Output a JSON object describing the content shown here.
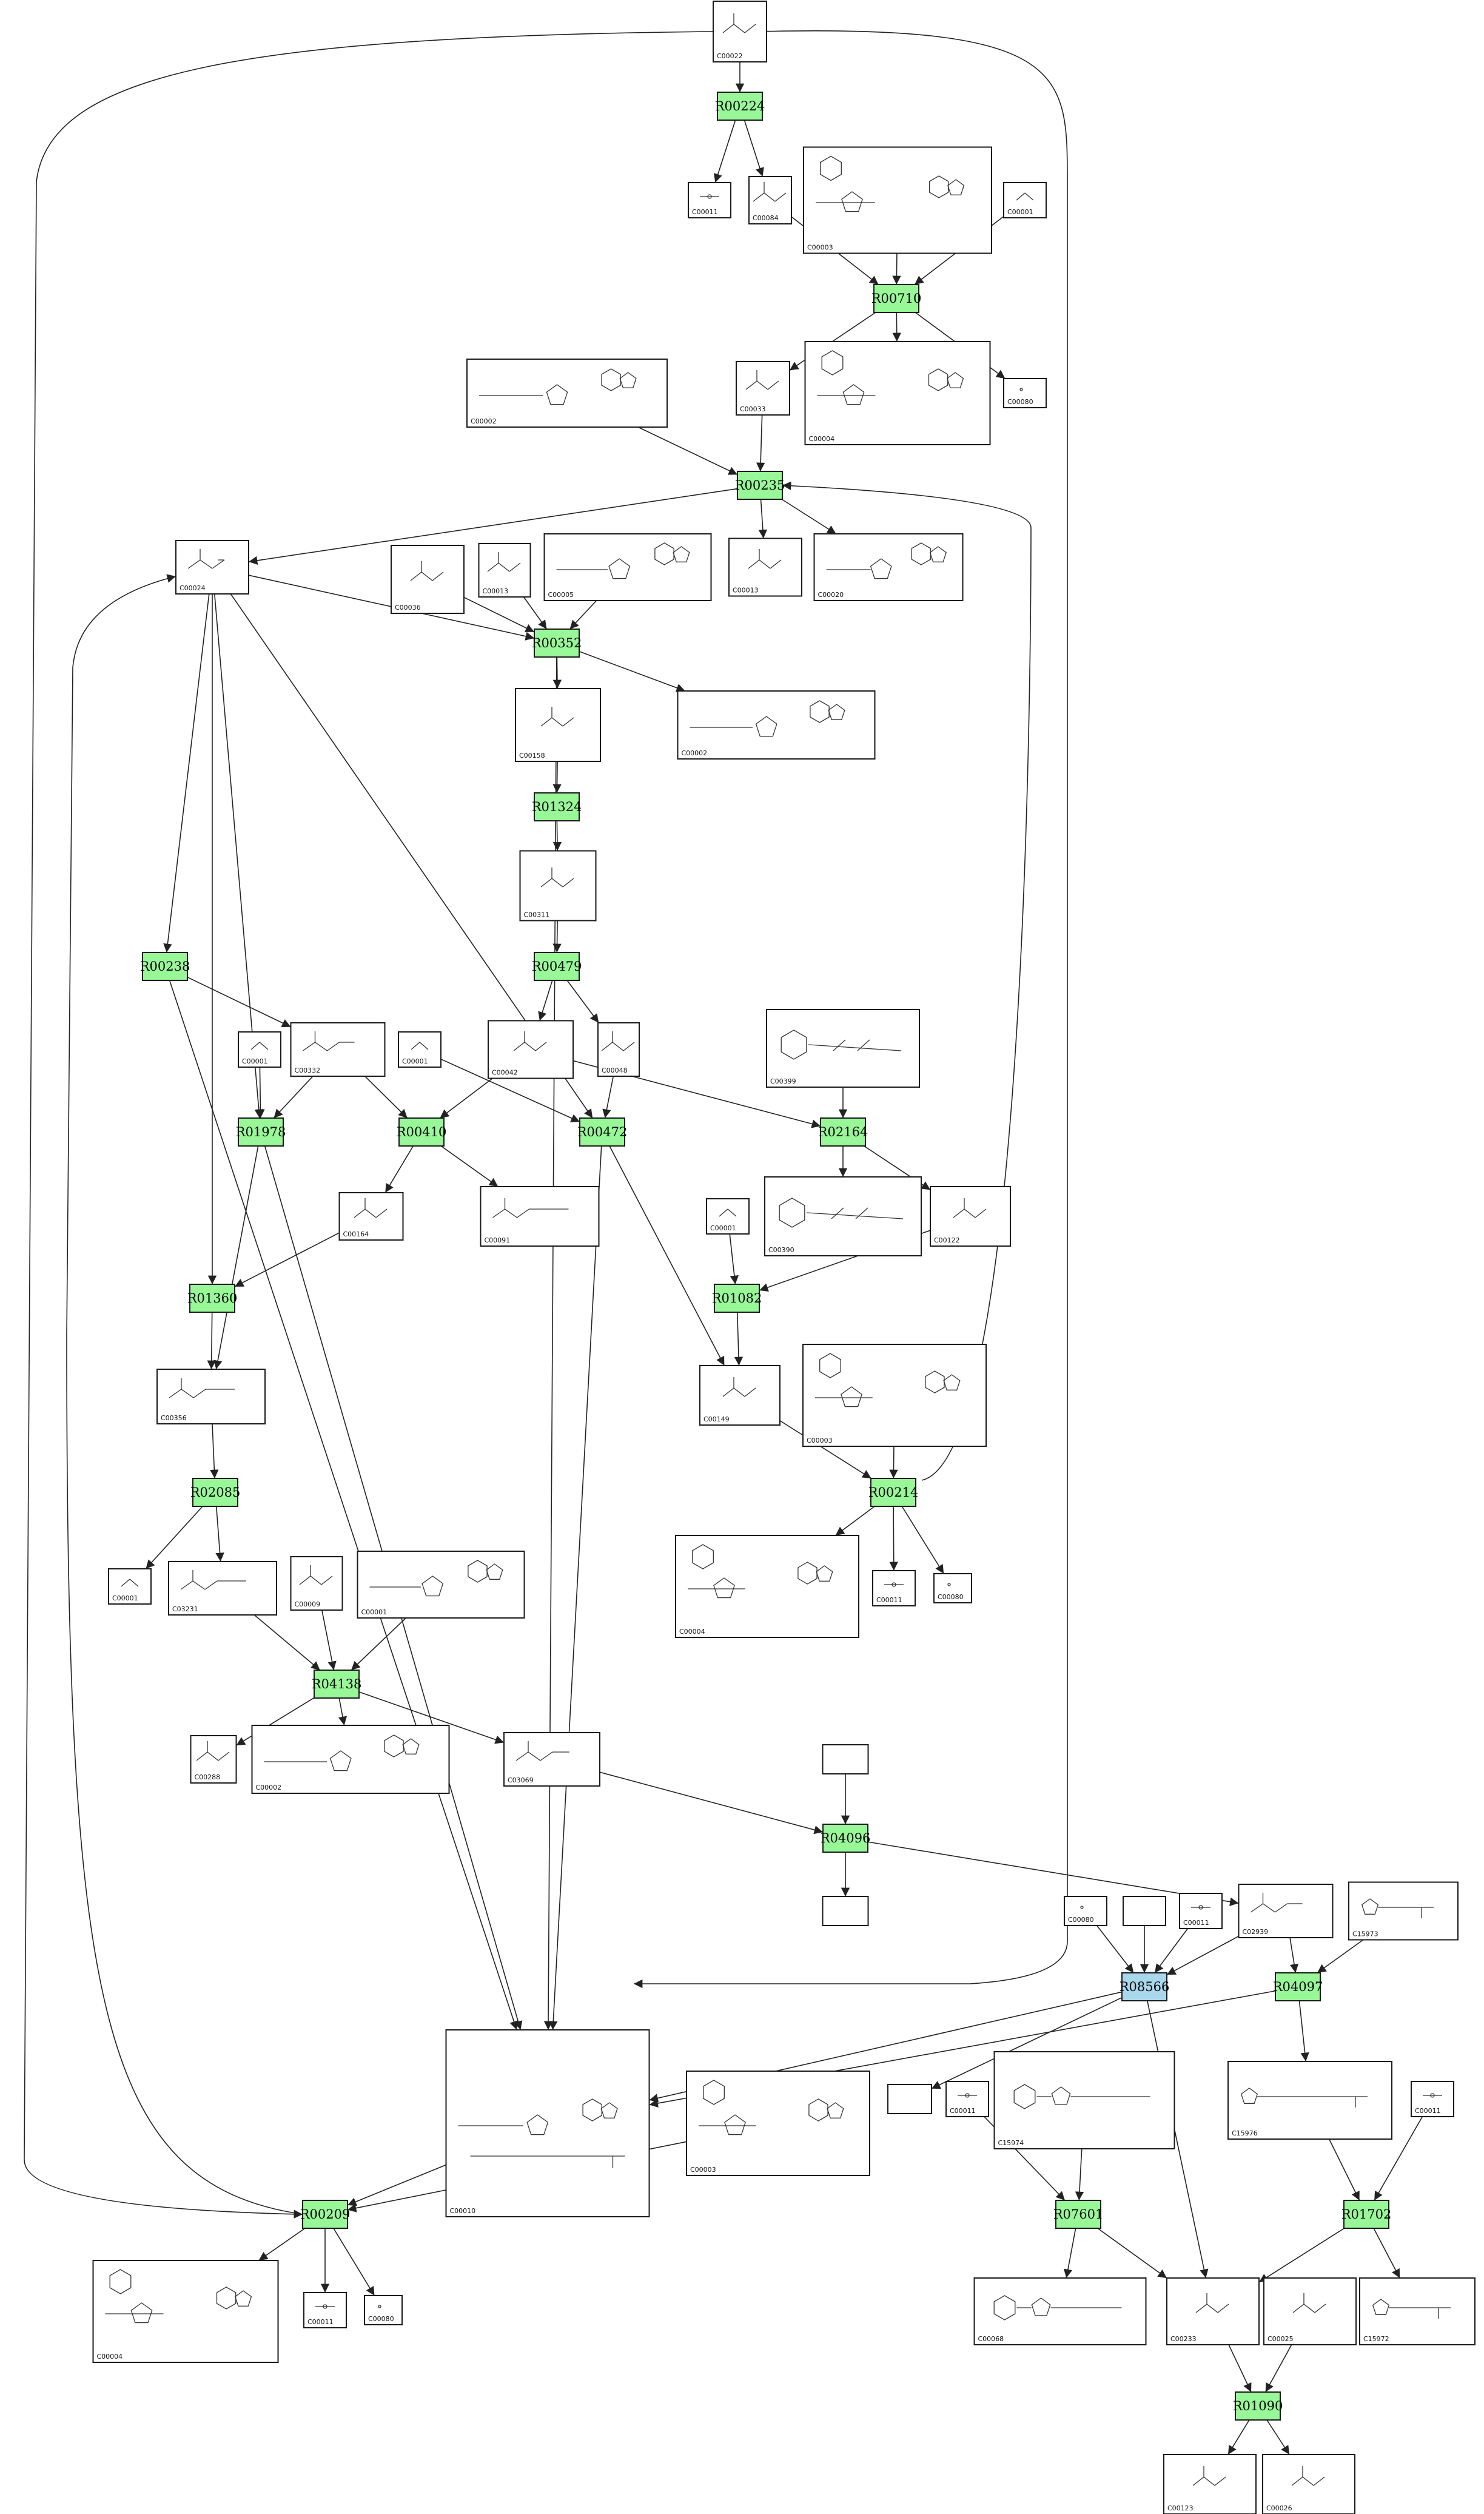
{
  "colors": {
    "reaction_fill": "#98f898",
    "reaction_highlight_fill": "#a9d8ec",
    "compound_fill": "#ffffff",
    "edge": "#222222"
  },
  "reactions": [
    {
      "id": "R00224",
      "label": "R00224"
    },
    {
      "id": "R00710",
      "label": "R00710"
    },
    {
      "id": "R00235",
      "label": "R00235"
    },
    {
      "id": "R00352",
      "label": "R00352"
    },
    {
      "id": "R01324",
      "label": "R01324"
    },
    {
      "id": "R00479",
      "label": "R00479"
    },
    {
      "id": "R00238",
      "label": "R00238"
    },
    {
      "id": "R01978",
      "label": "R01978"
    },
    {
      "id": "R00410",
      "label": "R00410"
    },
    {
      "id": "R00472",
      "label": "R00472"
    },
    {
      "id": "R02164",
      "label": "R02164"
    },
    {
      "id": "R01360",
      "label": "R01360"
    },
    {
      "id": "R01082",
      "label": "R01082"
    },
    {
      "id": "R00214",
      "label": "R00214"
    },
    {
      "id": "R02085",
      "label": "R02085"
    },
    {
      "id": "R04138",
      "label": "R04138"
    },
    {
      "id": "R04096",
      "label": "R04096"
    },
    {
      "id": "R08566",
      "label": "R08566",
      "highlight": true
    },
    {
      "id": "R04097",
      "label": "R04097"
    },
    {
      "id": "R00209",
      "label": "R00209"
    },
    {
      "id": "R07601",
      "label": "R07601"
    },
    {
      "id": "R01702",
      "label": "R01702"
    },
    {
      "id": "R01090",
      "label": "R01090"
    }
  ],
  "compounds": [
    {
      "id": "C00022_top",
      "label": "C00022",
      "struct": "pyruvate"
    },
    {
      "id": "C00011_a",
      "label": "C00011",
      "struct": "co2"
    },
    {
      "id": "C00084_a",
      "label": "C00084",
      "struct": "acetaldehyde"
    },
    {
      "id": "C00003_a",
      "label": "C00003",
      "struct": "nad"
    },
    {
      "id": "C00001_a",
      "label": "C00001",
      "struct": "water"
    },
    {
      "id": "C00002_a",
      "label": "C00002",
      "struct": "atp"
    },
    {
      "id": "C00033_a",
      "label": "C00033",
      "struct": "acetate"
    },
    {
      "id": "C00004_a",
      "label": "C00004",
      "struct": "nadh"
    },
    {
      "id": "C00080_a",
      "label": "C00080",
      "struct": "proton"
    },
    {
      "id": "C00024",
      "label": "C00024",
      "struct": "acetylcoa"
    },
    {
      "id": "C00036",
      "label": "C00036",
      "struct": "small"
    },
    {
      "id": "C00013",
      "label": "C00013",
      "struct": "small"
    },
    {
      "id": "C00005",
      "label": "C00005",
      "struct": "nucleotide"
    },
    {
      "id": "C00013_b",
      "label": "C00013",
      "struct": "small"
    },
    {
      "id": "C00020",
      "label": "C00020",
      "struct": "nucleotide"
    },
    {
      "id": "C00002_b",
      "label": "C00002",
      "struct": "atp"
    },
    {
      "id": "C00158",
      "label": "C00158",
      "struct": "small"
    },
    {
      "id": "C00311",
      "label": "C00311",
      "struct": "small"
    },
    {
      "id": "C00042",
      "label": "C00042",
      "struct": "small"
    },
    {
      "id": "C00048",
      "label": "C00048",
      "struct": "small"
    },
    {
      "id": "C00001_b",
      "label": "C00001",
      "struct": "water"
    },
    {
      "id": "C00332",
      "label": "C00332",
      "struct": "acetylcoa"
    },
    {
      "id": "C00001_c",
      "label": "C00001",
      "struct": "water"
    },
    {
      "id": "C00399",
      "label": "C00399",
      "struct": "quinone"
    },
    {
      "id": "C00164",
      "label": "C00164",
      "struct": "small"
    },
    {
      "id": "C00091",
      "label": "C00091",
      "struct": "acetylcoa"
    },
    {
      "id": "C00390",
      "label": "C00390",
      "struct": "quinone"
    },
    {
      "id": "C00122",
      "label": "C00122",
      "struct": "small"
    },
    {
      "id": "C00001_d",
      "label": "C00001",
      "struct": "water"
    },
    {
      "id": "C00356",
      "label": "C00356",
      "struct": "acetylcoa"
    },
    {
      "id": "C00149",
      "label": "C00149",
      "struct": "small"
    },
    {
      "id": "C00003_b",
      "label": "C00003",
      "struct": "nad"
    },
    {
      "id": "C00004_b",
      "label": "C00004",
      "struct": "nadh"
    },
    {
      "id": "C00011_b",
      "label": "C00011",
      "struct": "co2"
    },
    {
      "id": "C00080_b",
      "label": "C00080",
      "struct": "proton"
    },
    {
      "id": "C00001_e",
      "label": "C00001",
      "struct": "water"
    },
    {
      "id": "C03231",
      "label": "C03231",
      "struct": "acetylcoa"
    },
    {
      "id": "C00009",
      "label": "C00009",
      "struct": "small"
    },
    {
      "id": "C00001_f",
      "label": "C00001",
      "struct": "nucleotide"
    },
    {
      "id": "C00288",
      "label": "C00288",
      "struct": "small"
    },
    {
      "id": "C00002_c",
      "label": "C00002",
      "struct": "atp"
    },
    {
      "id": "C03069",
      "label": "C03069",
      "struct": "acetylcoa"
    },
    {
      "id": "empty_1",
      "label": "",
      "struct": "none"
    },
    {
      "id": "empty_2",
      "label": "",
      "struct": "none"
    },
    {
      "id": "C00080_c",
      "label": "C00080",
      "struct": "proton"
    },
    {
      "id": "empty_3",
      "label": "",
      "struct": "none"
    },
    {
      "id": "C00011_c",
      "label": "C00011",
      "struct": "co2"
    },
    {
      "id": "C02939",
      "label": "C02939",
      "struct": "acetylcoa"
    },
    {
      "id": "C15973",
      "label": "C15973",
      "struct": "lipoyl"
    },
    {
      "id": "C00010",
      "label": "C00010",
      "struct": "coa"
    },
    {
      "id": "C00003_c",
      "label": "C00003",
      "struct": "nad"
    },
    {
      "id": "empty_4",
      "label": "",
      "struct": "none"
    },
    {
      "id": "C00011_d",
      "label": "C00011",
      "struct": "co2"
    },
    {
      "id": "C15974",
      "label": "C15974",
      "struct": "thiamine"
    },
    {
      "id": "C15976",
      "label": "C15976",
      "struct": "lipoyl"
    },
    {
      "id": "C00011_e",
      "label": "C00011",
      "struct": "co2"
    },
    {
      "id": "C00004_c",
      "label": "C00004",
      "struct": "nadh"
    },
    {
      "id": "C00011_f",
      "label": "C00011",
      "struct": "co2"
    },
    {
      "id": "C00080_d",
      "label": "C00080",
      "struct": "proton"
    },
    {
      "id": "C00068",
      "label": "C00068",
      "struct": "thiamine"
    },
    {
      "id": "C00233",
      "label": "C00233",
      "struct": "small"
    },
    {
      "id": "C00025",
      "label": "C00025",
      "struct": "small"
    },
    {
      "id": "C15972",
      "label": "C15972",
      "struct": "lipoyl"
    },
    {
      "id": "C00123",
      "label": "C00123",
      "struct": "small"
    },
    {
      "id": "C00026",
      "label": "C00026",
      "struct": "small"
    }
  ]
}
